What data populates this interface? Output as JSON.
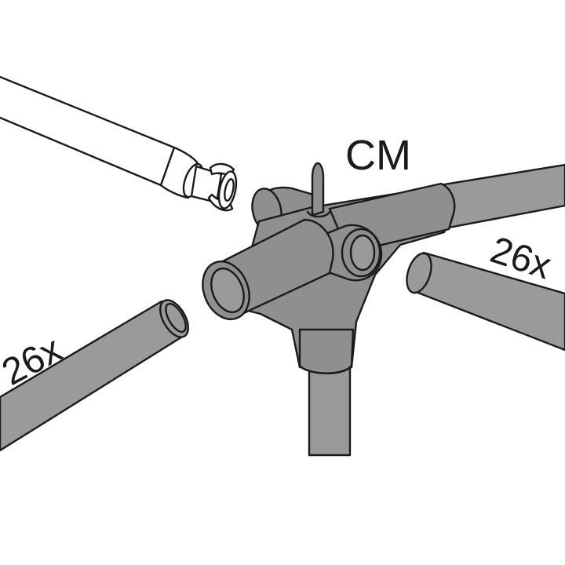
{
  "diagram": {
    "connector_label": "CM",
    "quantity_left": "26x",
    "quantity_right": "26x"
  },
  "colors": {
    "tube_fill": "#9a9a9a",
    "connector_fill": "#8f8f8f",
    "outline": "#1a1a1a",
    "white_pole": "#ffffff"
  }
}
